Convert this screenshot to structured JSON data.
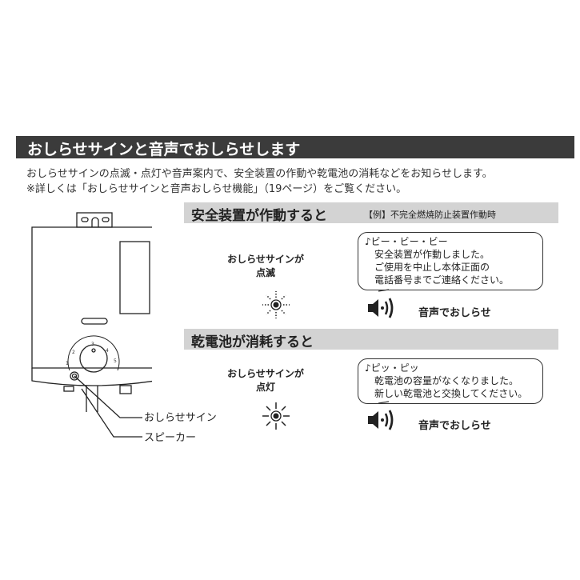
{
  "title": "おしらせサインと音声でおしらせします",
  "intro": [
    "おしらせサインの点滅・点灯や音声案内で、安全装置の作動や乾電池の消耗などをお知らせします。",
    "※詳しくは「おしらせサインと音声おしらせ機能」（19ページ）をご覧ください。"
  ],
  "diagram": {
    "labels": {
      "sign": "おしらせサイン",
      "speaker": "スピーカー"
    },
    "dial_numbers": [
      "1",
      "2",
      "3",
      "4",
      "5"
    ]
  },
  "sections": [
    {
      "heading": "安全装置が作動すると",
      "example": "【例】不完全燃焼防止装置作動時",
      "sign_state": [
        "おしらせサインが",
        "点滅"
      ],
      "sign_icon": "blinking-light-icon",
      "sound": "♪ビー・ビー・ビー",
      "message": [
        "安全装置が作動しました。",
        "ご使用を中止し本体正面の",
        "電話番号までご連絡ください。"
      ],
      "voice_label": "音声でおしらせ",
      "voice_icon": "speaker-icon"
    },
    {
      "heading": "乾電池が消耗すると",
      "sign_state": [
        "おしらせサインが",
        "点灯"
      ],
      "sign_icon": "lit-light-icon",
      "sound": "♪ピッ・ピッ",
      "message": [
        "乾電池の容量がなくなりました。",
        "新しい乾電池と交換してください。"
      ],
      "voice_label": "音声でおしらせ",
      "voice_icon": "speaker-icon"
    }
  ]
}
